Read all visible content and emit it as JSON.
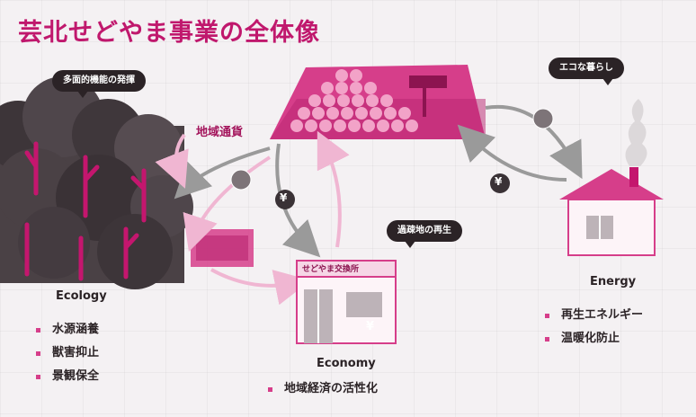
{
  "title": "芸北せどやま事業の全体像",
  "bubbles": {
    "multi_function": "多面的機能の発揮",
    "eco_life": "エコな暮らし",
    "town_revival": "過疎地の再生"
  },
  "flow_label": "地域通貨",
  "currency_symbol": "¥",
  "store_sign": "せどやま交換所",
  "ecology": {
    "label": "Ecology",
    "items": [
      "水源涵養",
      "獣害抑止",
      "景観保全"
    ]
  },
  "economy": {
    "label": "Economy",
    "items": [
      "地域経済の活性化"
    ]
  },
  "energy": {
    "label": "Energy",
    "items": [
      "再生エネルギー",
      "温暖化防止"
    ]
  },
  "colors": {
    "title": "#c0186d",
    "accent": "#d63e8a",
    "dark": "#2b2326",
    "background": "#f4f1f3"
  }
}
